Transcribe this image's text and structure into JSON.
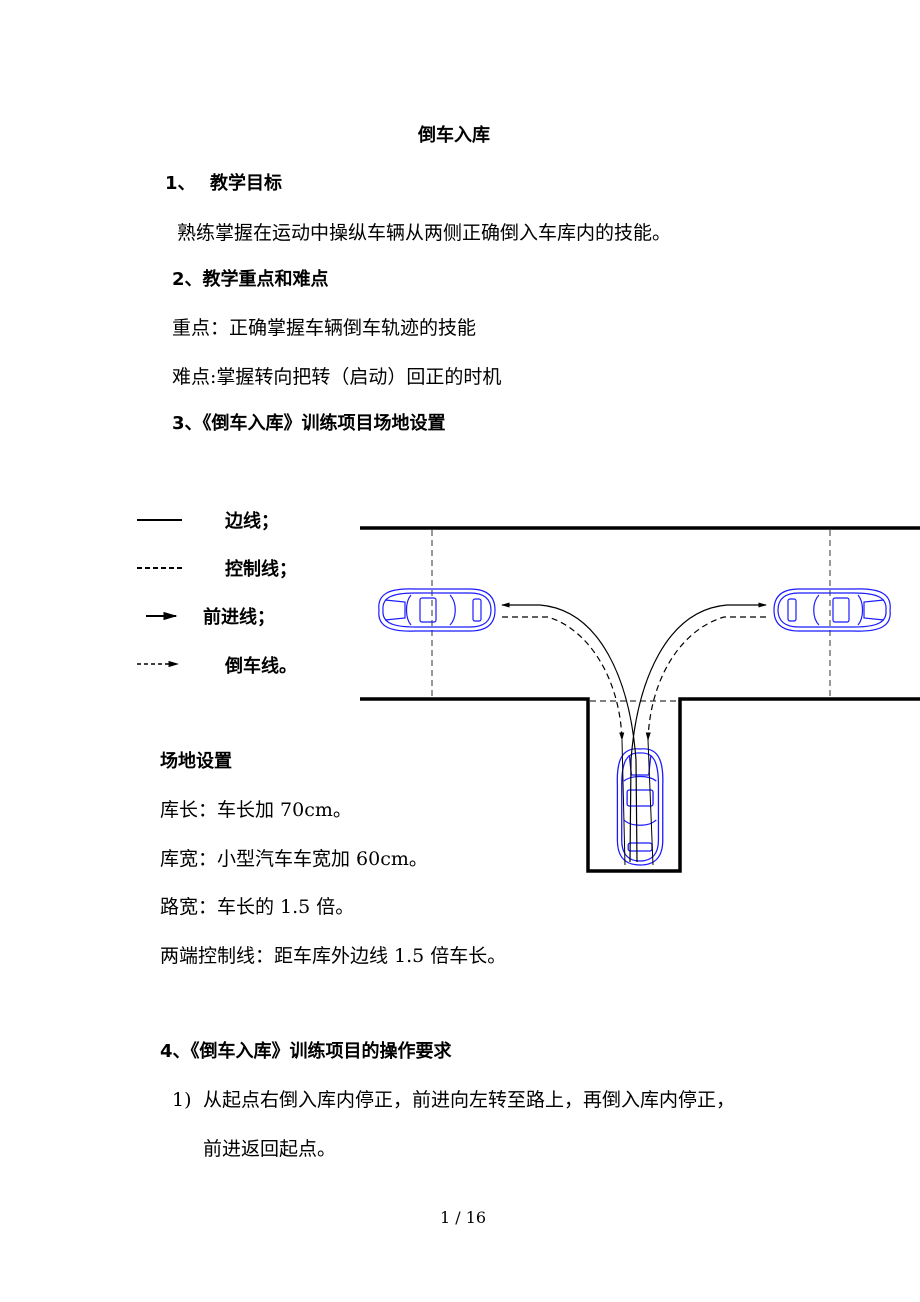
{
  "title": "倒车入库",
  "section1": {
    "heading_num": "1、",
    "heading": "教学目标",
    "text": "熟练掌握在运动中操纵车辆从两侧正确倒入车库内的技能。"
  },
  "section2": {
    "heading": "2、教学重点和难点",
    "key_point": "重点：正确掌握车辆倒车轨迹的技能",
    "difficulty": "难点:掌握转向把转（启动）回正的时机"
  },
  "section3": {
    "heading": "3、《倒车入库》训练项目场地设置"
  },
  "legend": [
    {
      "label": "边线；"
    },
    {
      "label": "控制线；"
    },
    {
      "label": "前进线；"
    },
    {
      "label": "倒车线。"
    }
  ],
  "site": {
    "heading": "场地设置",
    "items": [
      "库长：车长加 70cm。",
      "库宽：小型汽车车宽加 60cm。",
      "路宽：车长的 1.5 倍。",
      "两端控制线：距车库外边线 1.5 倍车长。"
    ]
  },
  "section4": {
    "heading": "4、《倒车入库》训练项目的操作要求",
    "item_num": "1)",
    "item_line1": "从起点右倒入库内停正，前进向左转至路上，再倒入库内停正，",
    "item_line2": "前进返回起点。"
  },
  "footer": {
    "page": "1 / 16"
  },
  "colors": {
    "car": "#1a1aff",
    "line": "#000000"
  }
}
